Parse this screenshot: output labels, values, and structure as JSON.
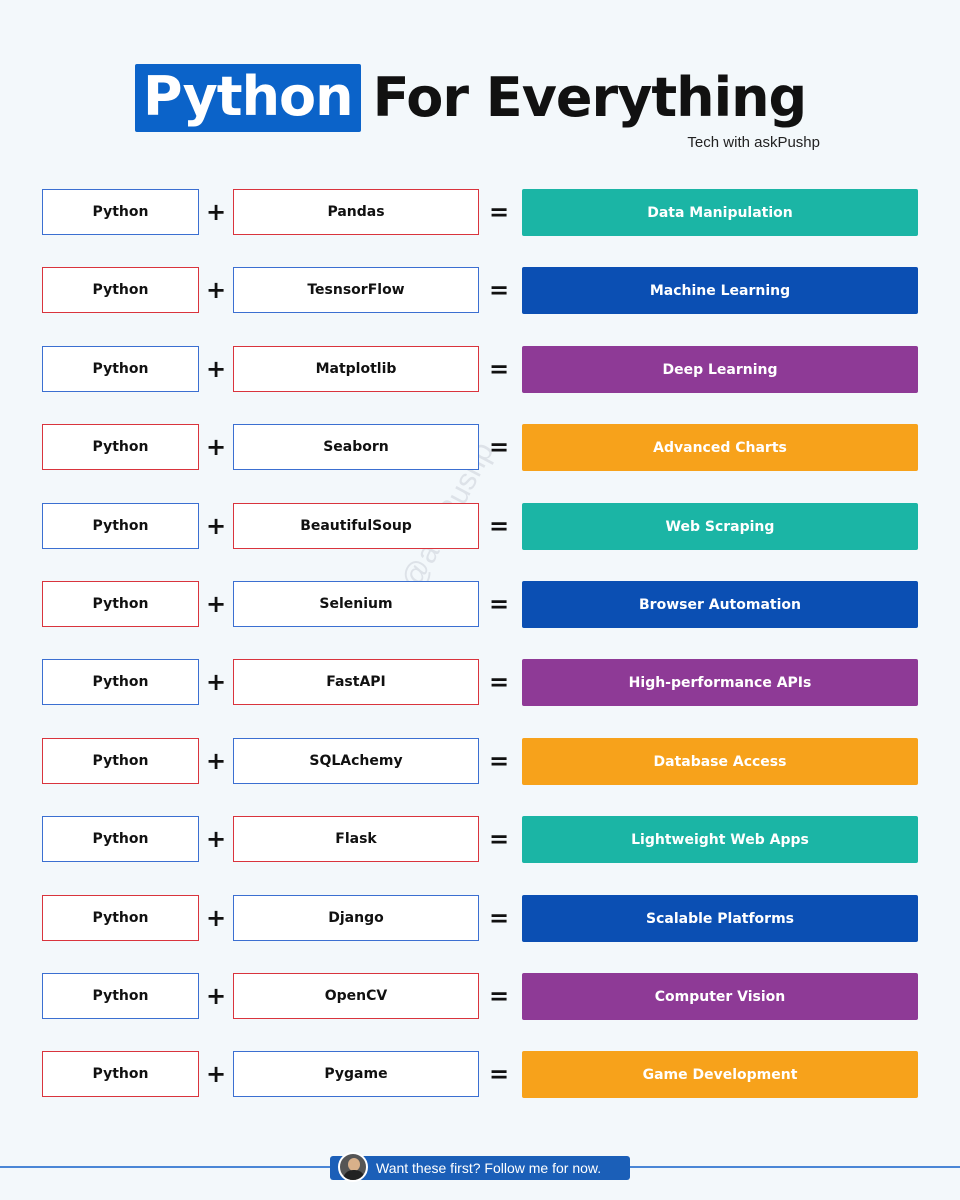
{
  "header": {
    "title_highlight": "Python",
    "title_rest": "For Everything",
    "subtitle": "Tech with askPushp"
  },
  "watermark": "@askPushp",
  "colors": {
    "teal": "#1bb5a5",
    "blue": "#0b4fb3",
    "purple": "#8e3a96",
    "orange": "#f7a21b",
    "title_blue": "#0b63c9",
    "red_border": "#d9343d",
    "blue_border": "#3b6fd1"
  },
  "operators": {
    "plus": "+",
    "equals": "="
  },
  "rows": [
    {
      "left": "Python",
      "library": "Pandas",
      "result": "Data Manipulation",
      "color": "#1bb5a5",
      "left_border": "blue",
      "lib_border": "red"
    },
    {
      "left": "Python",
      "library": "TesnsorFlow",
      "result": "Machine Learning",
      "color": "#0b4fb3",
      "left_border": "red",
      "lib_border": "blue"
    },
    {
      "left": "Python",
      "library": "Matplotlib",
      "result": "Deep Learning",
      "color": "#8e3a96",
      "left_border": "blue",
      "lib_border": "red"
    },
    {
      "left": "Python",
      "library": "Seaborn",
      "result": "Advanced Charts",
      "color": "#f7a21b",
      "left_border": "red",
      "lib_border": "blue"
    },
    {
      "left": "Python",
      "library": "BeautifulSoup",
      "result": "Web Scraping",
      "color": "#1bb5a5",
      "left_border": "blue",
      "lib_border": "red"
    },
    {
      "left": "Python",
      "library": "Selenium",
      "result": "Browser Automation",
      "color": "#0b4fb3",
      "left_border": "red",
      "lib_border": "blue"
    },
    {
      "left": "Python",
      "library": "FastAPI",
      "result": "High-performance APIs",
      "color": "#8e3a96",
      "left_border": "blue",
      "lib_border": "red"
    },
    {
      "left": "Python",
      "library": "SQLAchemy",
      "result": "Database Access",
      "color": "#f7a21b",
      "left_border": "red",
      "lib_border": "blue"
    },
    {
      "left": "Python",
      "library": "Flask",
      "result": "Lightweight Web Apps",
      "color": "#1bb5a5",
      "left_border": "blue",
      "lib_border": "red"
    },
    {
      "left": "Python",
      "library": "Django",
      "result": "Scalable Platforms",
      "color": "#0b4fb3",
      "left_border": "red",
      "lib_border": "blue"
    },
    {
      "left": "Python",
      "library": "OpenCV",
      "result": "Computer Vision",
      "color": "#8e3a96",
      "left_border": "blue",
      "lib_border": "red"
    },
    {
      "left": "Python",
      "library": "Pygame",
      "result": "Game Development",
      "color": "#f7a21b",
      "left_border": "red",
      "lib_border": "blue"
    }
  ],
  "footer": {
    "text": "Want these first? Follow me for now."
  }
}
